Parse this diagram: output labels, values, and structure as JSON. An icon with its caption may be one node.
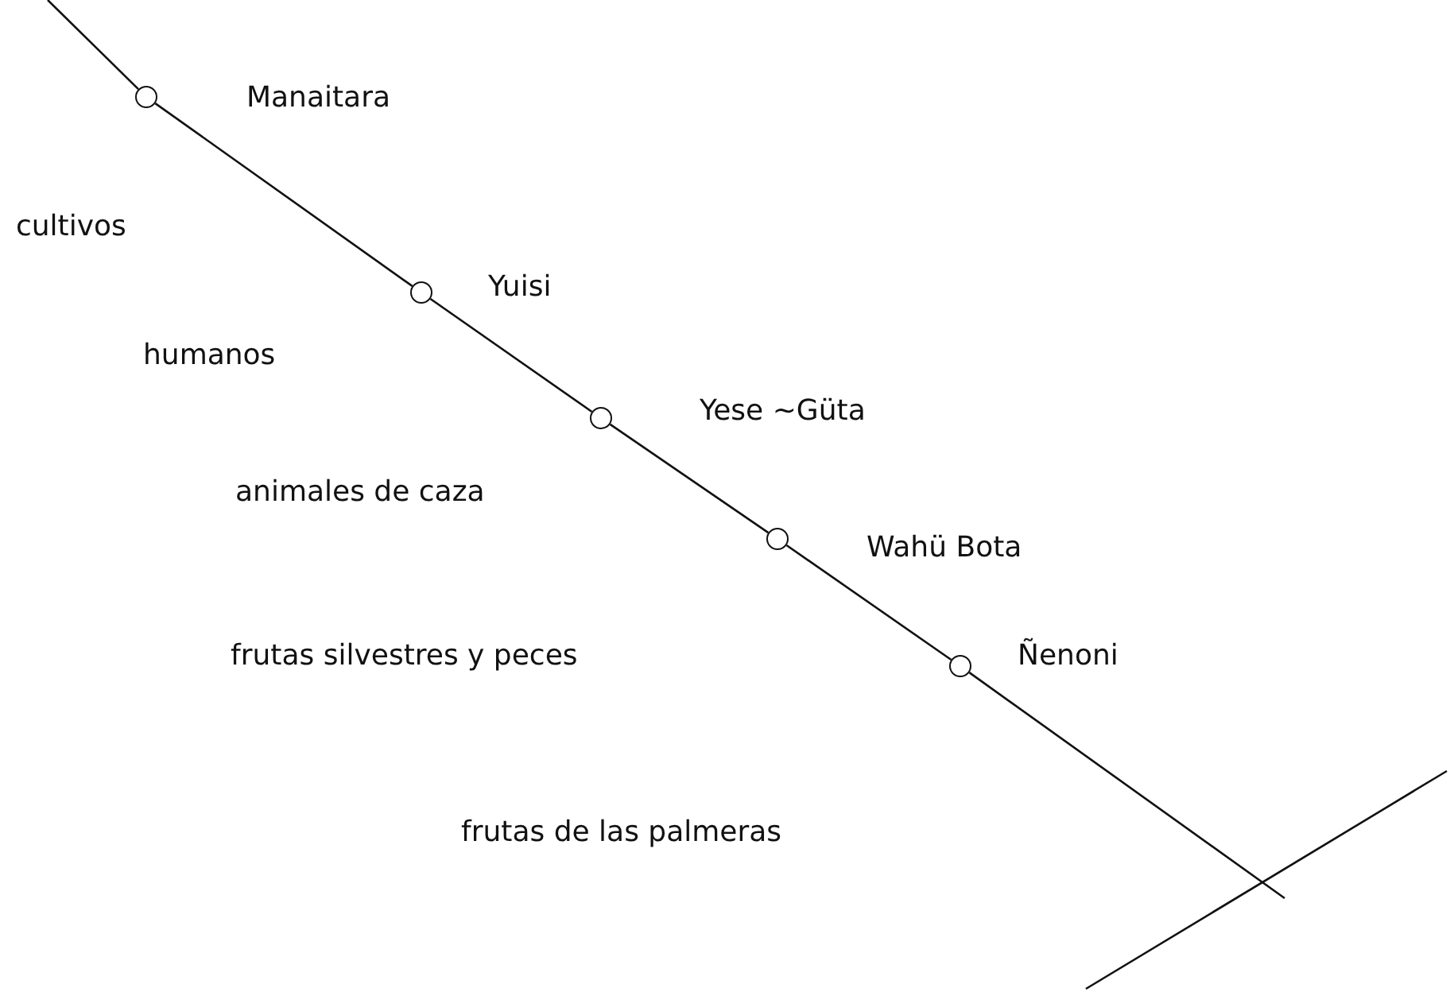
{
  "diagram": {
    "nodes": [
      {
        "text": [],
        "shape": "circle",
        "beside": [
          "Manaitara"
        ]
      },
      {
        "text": [],
        "shape": "circle",
        "beside": [
          "Yuisi"
        ]
      },
      {
        "text": [],
        "shape": "circle",
        "beside": [
          "Yese ~Güta"
        ]
      },
      {
        "text": [],
        "shape": "circle",
        "beside": [
          "Wahü Bota"
        ]
      },
      {
        "text": [],
        "shape": "circle",
        "beside": [
          "Ñenoni"
        ]
      }
    ],
    "edges": [
      {
        "from": null,
        "to": 0,
        "arrow": "none"
      },
      {
        "from": 0,
        "to": 1,
        "arrow": "none"
      },
      {
        "from": 1,
        "to": 2,
        "arrow": "none"
      },
      {
        "from": 2,
        "to": 3,
        "arrow": "none"
      },
      {
        "from": 3,
        "to": 4,
        "arrow": "none"
      },
      {
        "from": 4,
        "to": null,
        "arrow": "none"
      }
    ],
    "labels": [
      "cultivos",
      "humanos",
      "animales de caza",
      "frutas silvestres y peces",
      "frutas de las palmeras"
    ]
  }
}
